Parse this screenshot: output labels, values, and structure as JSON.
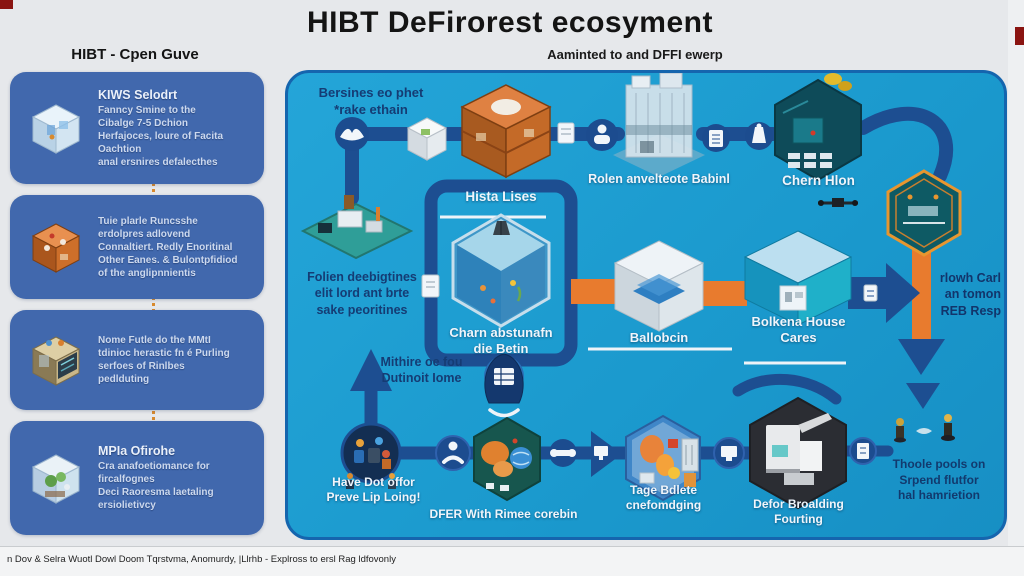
{
  "header": {
    "title": "HIBT DeFirorest ecosyment",
    "subtitle": "Aaminted to and DFFI ewerp",
    "sidebar_title": "HIBT - Cpen Guve"
  },
  "sidebar": {
    "cards": [
      {
        "icon": "glass-cube-icon",
        "title": "KIWS Selodrt",
        "body": "Fanncy Smine to the\nCibalge 7-5 Dchion\nHerfajoces, loure of Facita\nOachtion\nanal ersnires defalecthes"
      },
      {
        "icon": "orange-cube-icon",
        "title": "",
        "body": "Tuie plarle Runcsshe\nerdolpres adlovend\nConnaltiert. Redly Enoritinal\nOther Eanes. & Bulontpfidiod\nof the anglipnnientis"
      },
      {
        "icon": "market-cube-icon",
        "title": "",
        "body": "Nome Futle do the MMtI\ntdinioc herastic fn é Purling\nserfoes of Rinlbes\npedlduting"
      },
      {
        "icon": "terrarium-cube-icon",
        "title": "MPIa Ofirohe",
        "body": "Cra anafoetiomance for\nfircalfognes\nDeci Raoresma laetaling\nersiolietivcy"
      }
    ]
  },
  "flow": {
    "notes": {
      "top_left": "Bersines eo phet\n*rake ethain",
      "left": "Folien deebigtines\nelit lord ant brte\nsake peoritines",
      "middle": "Mithire oe fou\nDutinoit Iome",
      "right": "rlowh Carl\nan tomon\nREB Resp",
      "bottom_right": "Thoole pools on\nSrpend flutfor\nhal hamrietion"
    },
    "labels": {
      "building": "Rolen anvelteote Babinl",
      "chern": "Chern Hlon",
      "hista": "Hista Lises",
      "aquarium": "Charn abstunafn\ndie Betin",
      "ballobcin": "Ballobcin",
      "bolkena": "Bolkena House\nCares",
      "have": "Have Dot offor\nPreve Lip Loing!",
      "dfer": "DFER With Rimee corebin",
      "tage": "Tage Bdlete\ncnefomdging",
      "defor": "Defor Broalding\nFourting"
    }
  },
  "footer": {
    "text": "n Dov & Selra Wuotl Dowl Doom Tqrstvma, Anomurdy, |Llrhb - Explross to ersl Rag ldfovonly"
  },
  "colors": {
    "panel": "#1b9ace",
    "panel_border": "#1565ae",
    "route": "#1d4e91",
    "orange_accent": "#e87b2e",
    "sidebar_card": "#4168ad",
    "corner_red": "#8a1411"
  }
}
